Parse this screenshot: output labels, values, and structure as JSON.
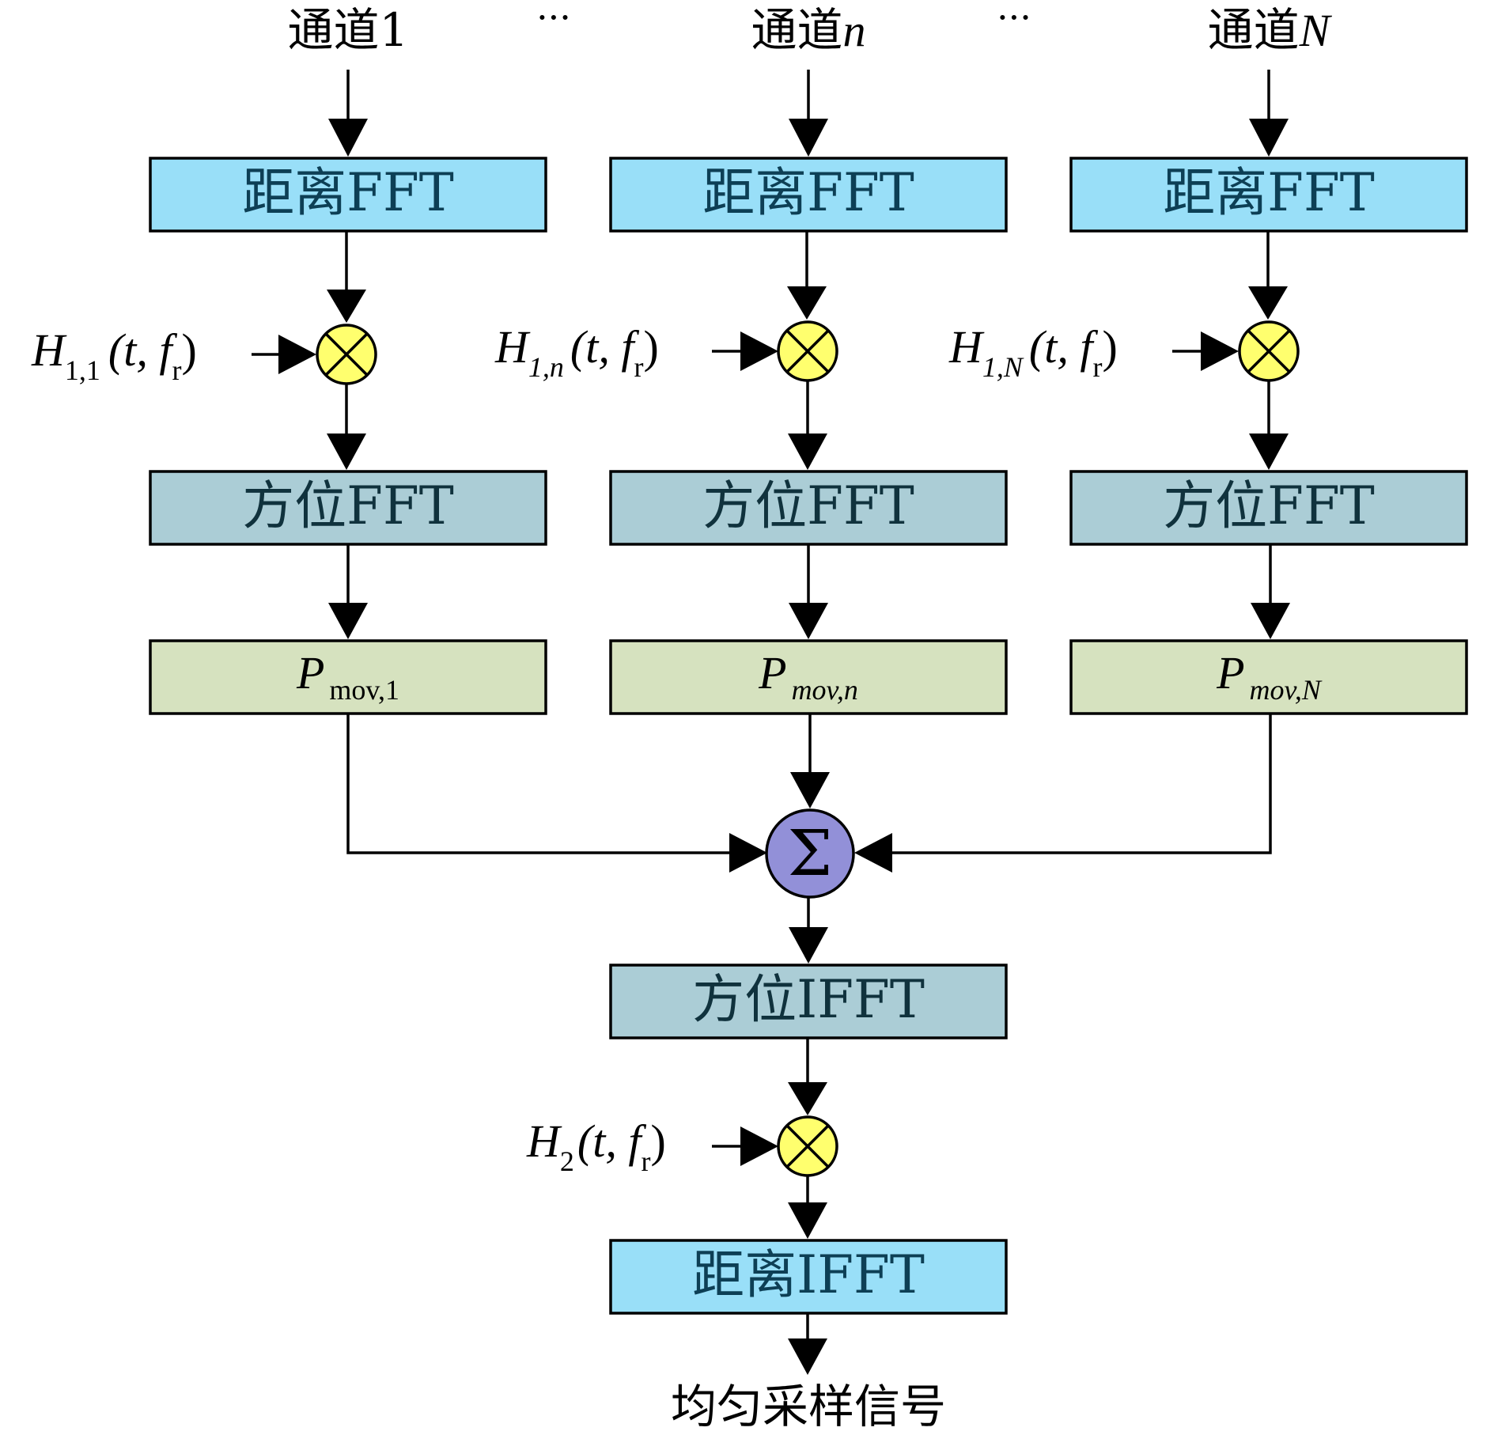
{
  "channels": [
    {
      "label": "通道",
      "index": "1",
      "range_fft": "距离FFT",
      "filter_H": "H",
      "filter_sub": "1,1",
      "filter_args": "(t, f",
      "filter_args_sub": "r",
      "filter_close": ")",
      "azimuth_fft": "方位FFT",
      "pmov_P": "P",
      "pmov_sub": "mov,1"
    },
    {
      "label": "通道",
      "index": "n",
      "range_fft": "距离FFT",
      "filter_H": "H",
      "filter_sub": "1,n",
      "filter_args": "(t, f",
      "filter_args_sub": "r",
      "filter_close": ")",
      "azimuth_fft": "方位FFT",
      "pmov_P": "P",
      "pmov_sub": "mov,n"
    },
    {
      "label": "通道",
      "index": "N",
      "range_fft": "距离FFT",
      "filter_H": "H",
      "filter_sub": "1,N",
      "filter_args": "(t, f",
      "filter_args_sub": "r",
      "filter_close": ")",
      "azimuth_fft": "方位FFT",
      "pmov_P": "P",
      "pmov_sub": "mov,N"
    }
  ],
  "ellipsis": "···",
  "sum_symbol": "Σ",
  "azimuth_ifft": "方位IFFT",
  "h2": {
    "H": "H",
    "sub": "2",
    "args": "(t, f",
    "args_sub": "r",
    "close": ")"
  },
  "range_ifft": "距离IFFT",
  "output": "均匀采样信号",
  "colors": {
    "range_box": "#99dff8",
    "azimuth_box": "#abcdd6",
    "pmov_box": "#d6e2bf",
    "multiplier": "#ffff6e",
    "summer": "#9290d8",
    "range_text": "#0d3f55",
    "azimuth_text": "#10323d"
  }
}
